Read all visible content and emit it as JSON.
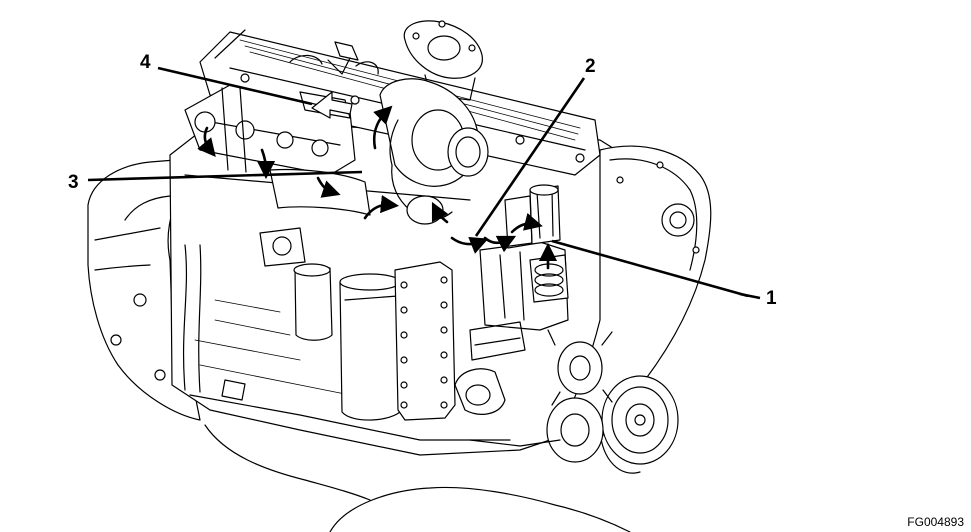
{
  "figure": {
    "id": "FG004893",
    "callouts": [
      {
        "label": "1"
      },
      {
        "label": "2"
      },
      {
        "label": "3"
      },
      {
        "label": "4"
      }
    ],
    "icons": {
      "flow_arrow": "airflow-arrow-icon",
      "leader": "leader-line"
    }
  }
}
